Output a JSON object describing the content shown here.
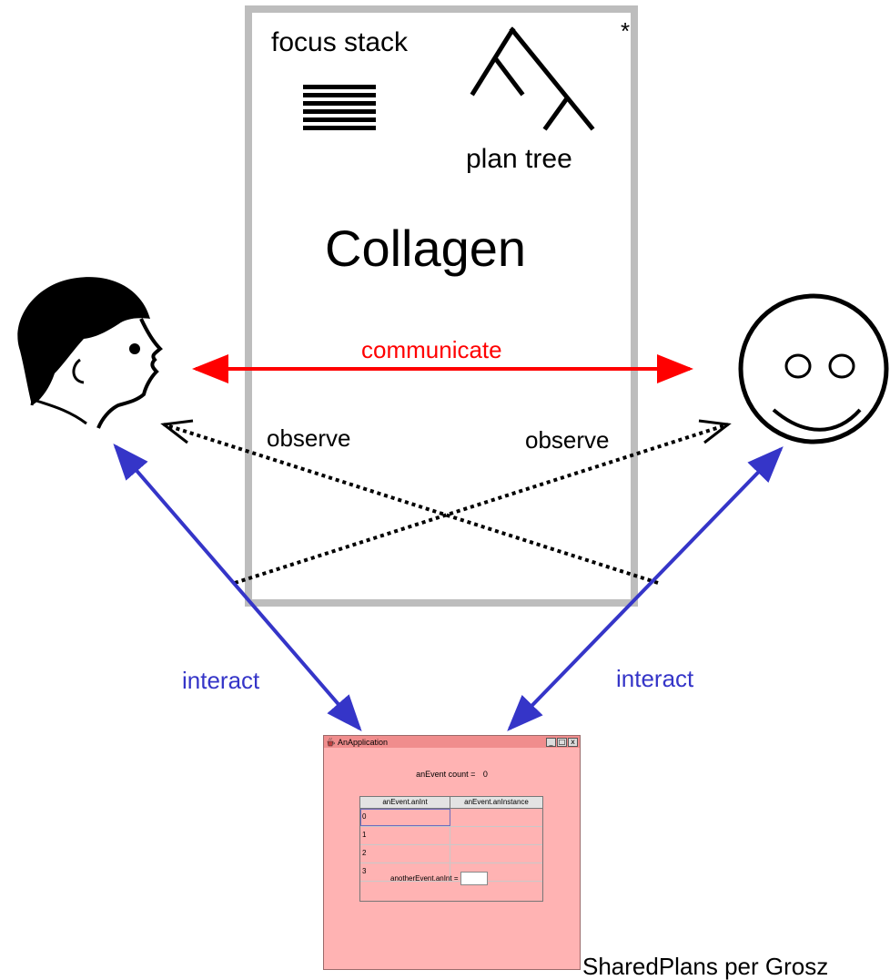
{
  "labels": {
    "focus_stack": "focus stack",
    "plan_tree": "plan tree",
    "collagen": "Collagen",
    "communicate": "communicate",
    "observe_left": "observe",
    "observe_right": "observe",
    "interact_left": "interact",
    "interact_right": "interact",
    "corner_mark": "*",
    "caption": "SharedPlans per Grosz"
  },
  "app_window": {
    "title": "AnApplication",
    "min_button": "_",
    "max_button": "□",
    "close_button": "x",
    "event_count_label": "anEvent count =",
    "event_count_value": "0",
    "table": {
      "columns": [
        "anEvent.anInt",
        "anEvent.anInstance"
      ],
      "rows": [
        {
          "c1": "0",
          "c2": ""
        },
        {
          "c1": "1",
          "c2": ""
        },
        {
          "c1": "2",
          "c2": ""
        },
        {
          "c1": "3",
          "c2": ""
        }
      ]
    },
    "another_label": "anotherEvent.anInt =",
    "another_value": ""
  },
  "colors": {
    "communicate": "#ff0000",
    "interact": "#3535c8",
    "observe": "#000000",
    "box_border": "#bdbdbd",
    "app_background": "#ffb3b3",
    "app_titlebar": "#f08d8d"
  }
}
